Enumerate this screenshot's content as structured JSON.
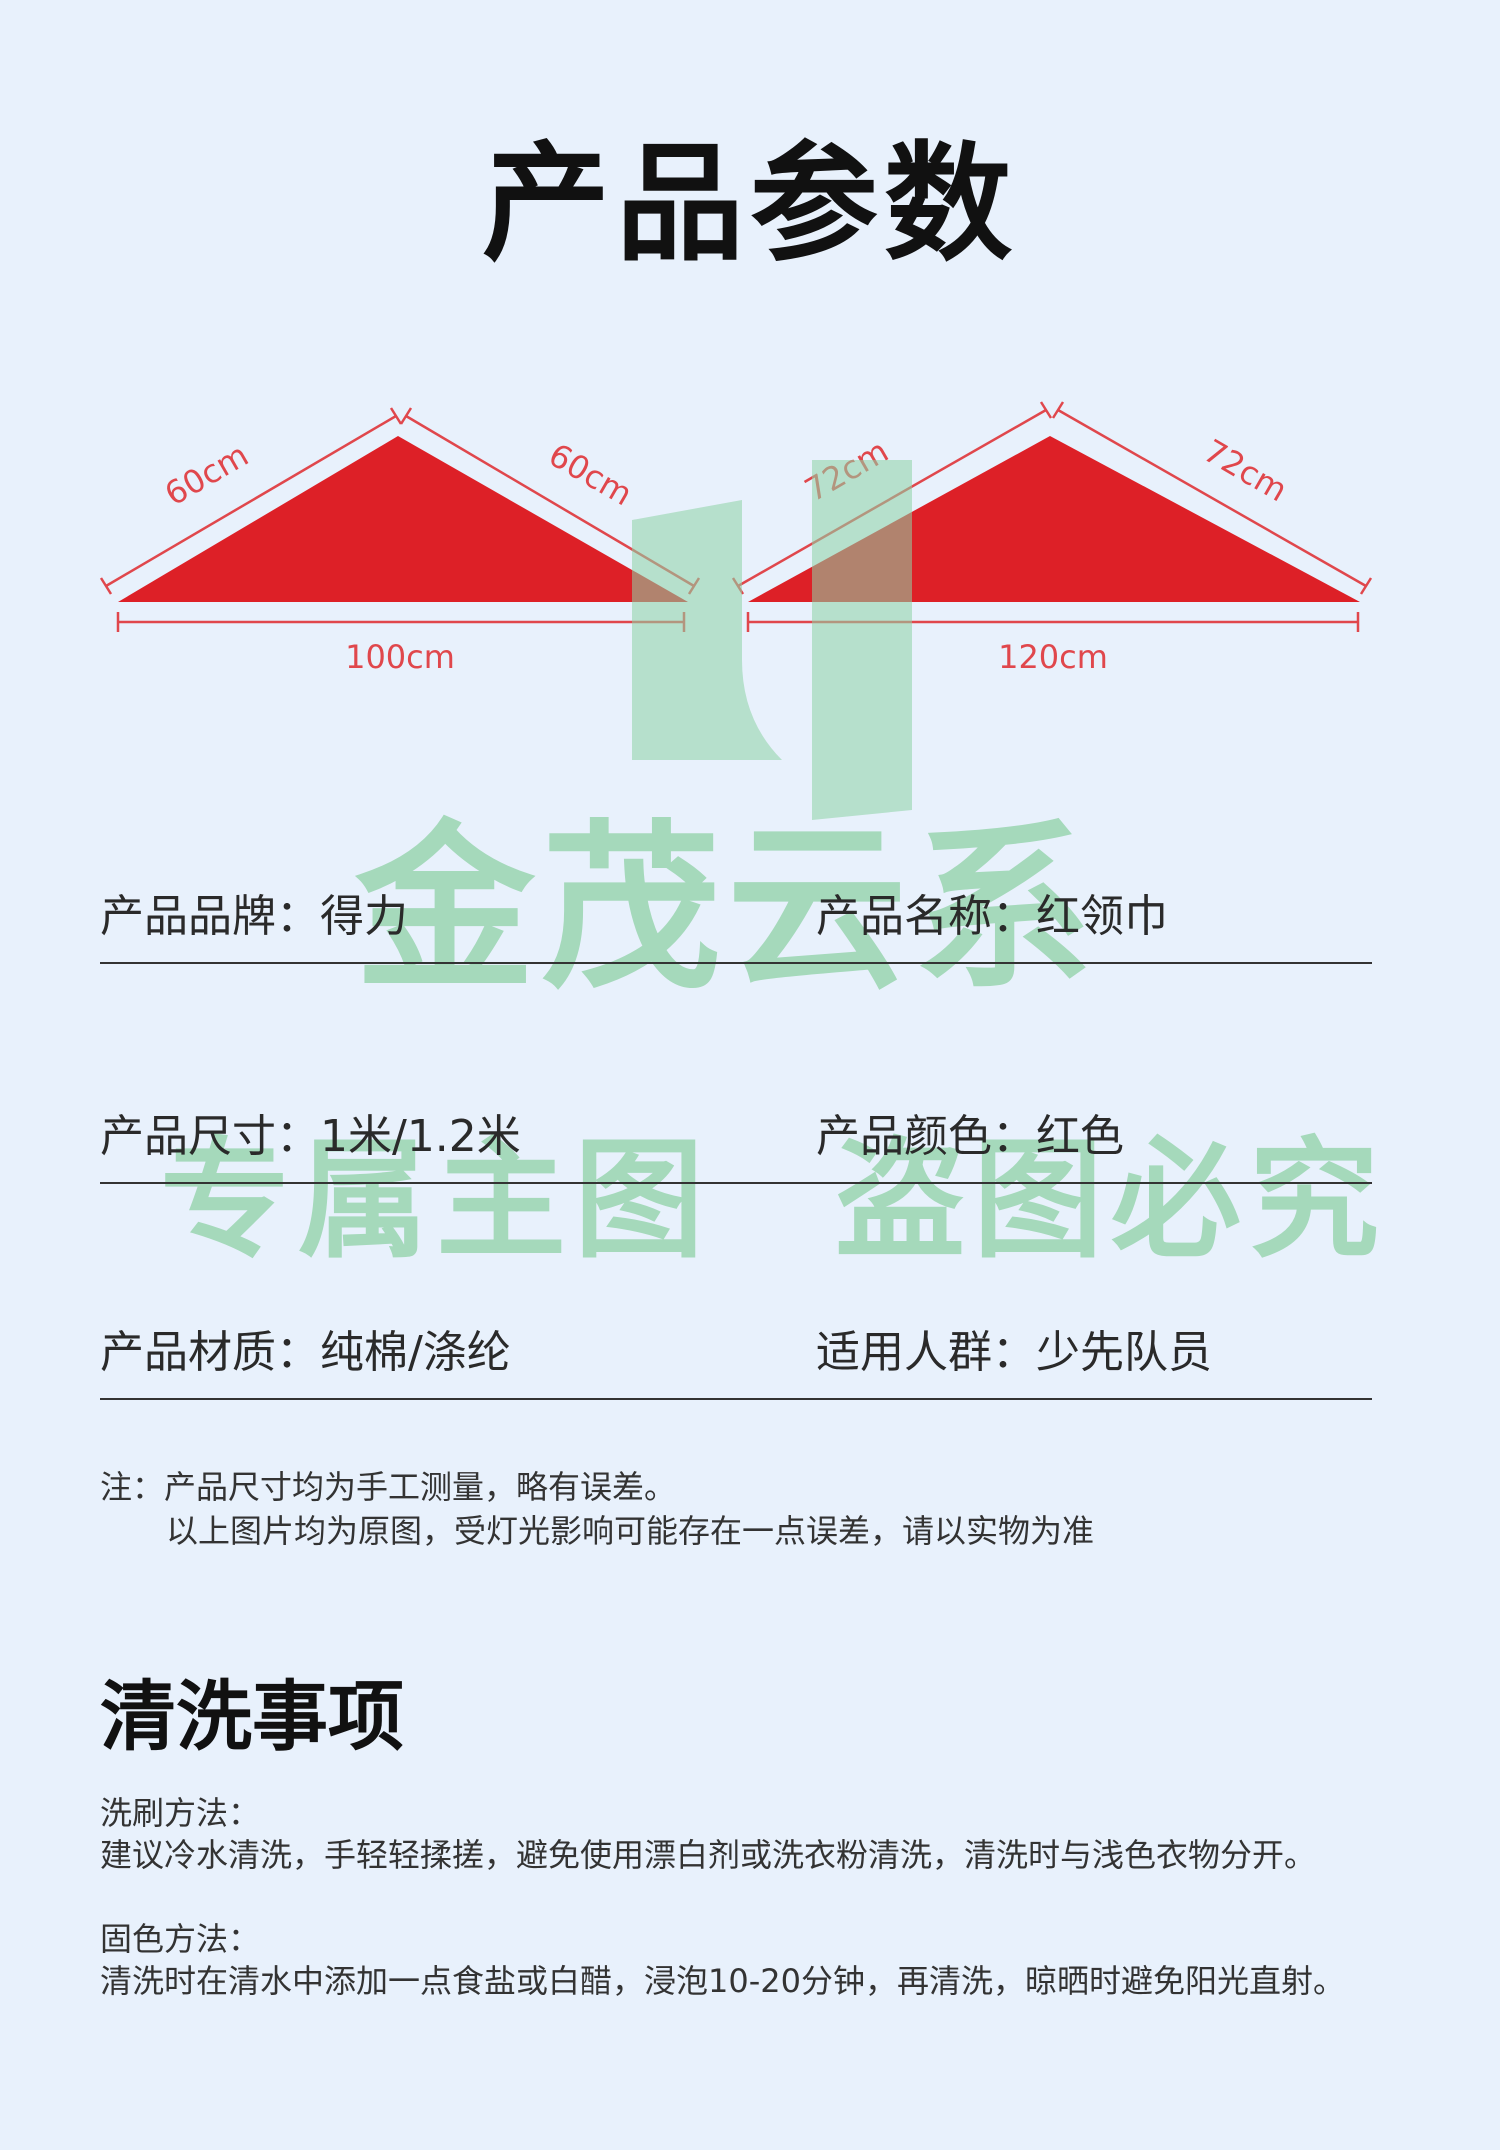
{
  "title": "产品参数",
  "diagram": {
    "triangle1": {
      "side_left": "60cm",
      "side_right": "60cm",
      "base": "100cm"
    },
    "triangle2": {
      "side_left": "72cm",
      "side_right": "72cm",
      "base": "120cm"
    },
    "fill_color": "#dd2027",
    "line_color": "#e0474c"
  },
  "watermark": {
    "brand": "金茂云系",
    "left": "专属主图",
    "right": "盗图必究",
    "color": "#8fd1a6"
  },
  "specs": [
    {
      "left": "产品品牌：得力",
      "right": "产品名称：红领巾"
    },
    {
      "left": "产品尺寸：1米/1.2米",
      "right": "产品颜色：红色"
    },
    {
      "left": "产品材质：纯棉/涤纶",
      "right": "适用人群：少先队员"
    }
  ],
  "note": {
    "line1": "注：产品尺寸均为手工测量，略有误差。",
    "line2": "以上图片均为原图，受灯光影响可能存在一点误差，请以实物为准"
  },
  "cleaning": {
    "title": "清洗事项",
    "wash_heading": "洗刷方法：",
    "wash_text": "建议冷水清洗，手轻轻揉搓，避免使用漂白剂或洗衣粉清洗，清洗时与浅色衣物分开。",
    "fix_heading": "固色方法：",
    "fix_text": "清洗时在清水中添加一点食盐或白醋，浸泡10-20分钟，再清洗，晾晒时避免阳光直射。"
  }
}
